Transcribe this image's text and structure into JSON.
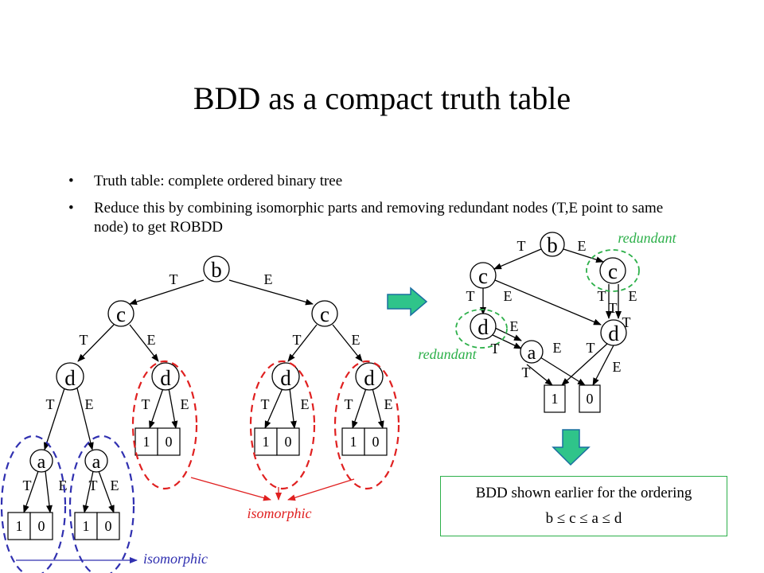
{
  "slide": {
    "title": "BDD as a compact truth table",
    "bullets": [
      "Truth table: complete ordered binary tree",
      "Reduce this by combining isomorphic parts and removing redundant nodes (T,E point to same node) to get ROBDD"
    ]
  },
  "left_tree": {
    "root": "b",
    "level2": [
      "c",
      "c"
    ],
    "level3": [
      "d",
      "d",
      "d",
      "d"
    ],
    "level4": [
      "a",
      "a"
    ],
    "edge_then": "T",
    "edge_else": "E",
    "terminal_one": "1",
    "terminal_zero": "0"
  },
  "annotations": {
    "isomorphic": "isomorphic",
    "redundant": "redundant"
  },
  "right_bdd": {
    "nodes": [
      "b",
      "c",
      "c",
      "d",
      "d",
      "a"
    ],
    "terminal_one": "1",
    "terminal_zero": "0"
  },
  "caption": {
    "line1": "BDD shown earlier for the ordering",
    "line2": "b ≤ c ≤ a ≤ d"
  },
  "colors": {
    "red_dashed": "#e02020",
    "blue_dashed": "#3030b0",
    "green_dashed": "#2db04a",
    "arrow_fill": "#2fc48a",
    "arrow_stroke": "#1a6fa0"
  }
}
